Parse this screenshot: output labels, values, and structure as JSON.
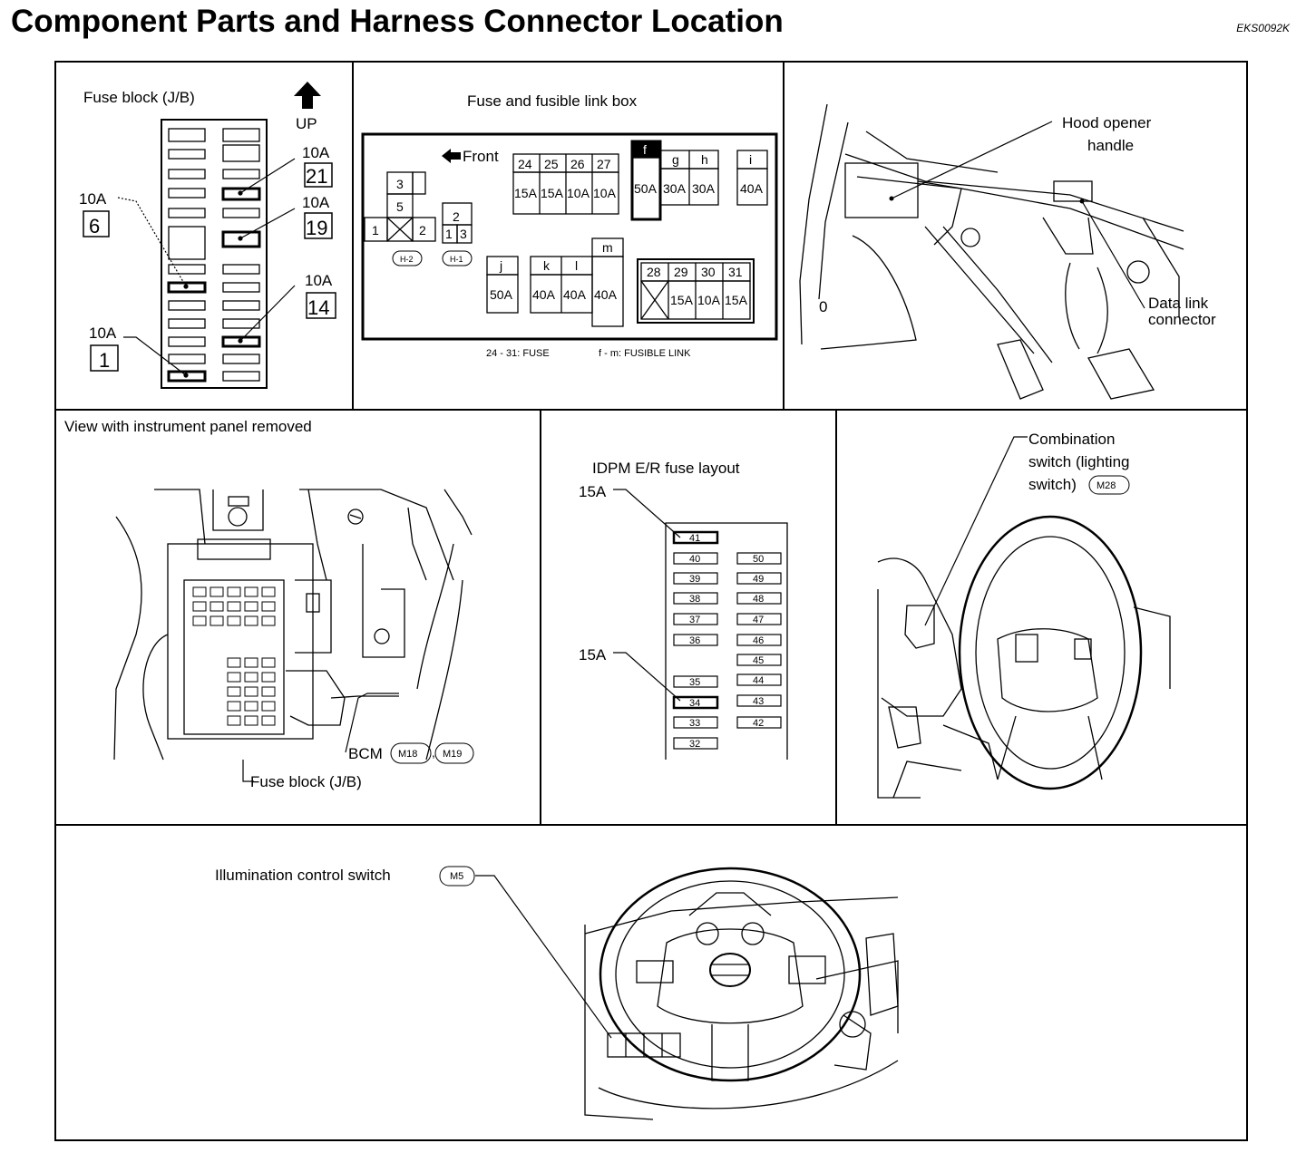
{
  "header": {
    "title": "Component Parts and Harness Connector Location",
    "code": "EKS0092K"
  },
  "fuse_block": {
    "title": "Fuse block (J/B)",
    "up": "UP",
    "callouts": [
      {
        "amp": "10A",
        "num": "21"
      },
      {
        "amp": "10A",
        "num": "19"
      },
      {
        "amp": "10A",
        "num": "6"
      },
      {
        "amp": "10A",
        "num": "14"
      },
      {
        "amp": "10A",
        "num": "1"
      }
    ]
  },
  "fusible_box": {
    "title": "Fuse and fusible link box",
    "front": "Front",
    "relay_a": [
      "3",
      "5",
      "1",
      "2"
    ],
    "relay_b": [
      "2",
      "1",
      "3"
    ],
    "connectors": [
      "H-2",
      "H-1"
    ],
    "top_nums": [
      "24",
      "25",
      "26",
      "27"
    ],
    "top_amps": [
      "15A",
      "15A",
      "10A",
      "10A"
    ],
    "f_block": {
      "names": [
        "f",
        "g",
        "h"
      ],
      "amps": [
        "50A",
        "30A",
        "30A"
      ]
    },
    "i_block": {
      "name": "i",
      "amp": "40A"
    },
    "j_block": {
      "name": "j",
      "amp": "50A"
    },
    "klm_block": {
      "names": [
        "k",
        "l",
        "m"
      ],
      "amps": [
        "40A",
        "40A",
        "40A"
      ]
    },
    "bottom_nums": [
      "28",
      "29",
      "30",
      "31"
    ],
    "bottom_amps": [
      "15A",
      "10A",
      "15A"
    ],
    "legend_fuse": "24 - 31: FUSE",
    "legend_link": "f - m: FUSIBLE LINK"
  },
  "hood_panel": {
    "hood_label_1": "Hood opener",
    "hood_label_2": "handle",
    "dlc_label_1": "Data link",
    "dlc_label_2": "connector",
    "mark": "0"
  },
  "ip_panel": {
    "title": "View with instrument panel removed",
    "bcm": "BCM",
    "bcm_connectors": [
      "M18",
      "M19"
    ],
    "fuse_block": "Fuse block (J/B)"
  },
  "idpm": {
    "title": "IDPM E/R fuse layout",
    "callout_top": "15A",
    "callout_mid": "15A",
    "left_col": [
      "41",
      "40",
      "39",
      "38",
      "37",
      "36",
      "35",
      "34",
      "33",
      "32"
    ],
    "right_col": [
      "50",
      "49",
      "48",
      "47",
      "46",
      "45",
      "44",
      "43",
      "42"
    ]
  },
  "combo": {
    "line1": "Combination",
    "line2": "switch (lighting",
    "line3": "switch)",
    "connector": "M28"
  },
  "illum": {
    "label": "Illumination control switch",
    "connector": "M5"
  }
}
